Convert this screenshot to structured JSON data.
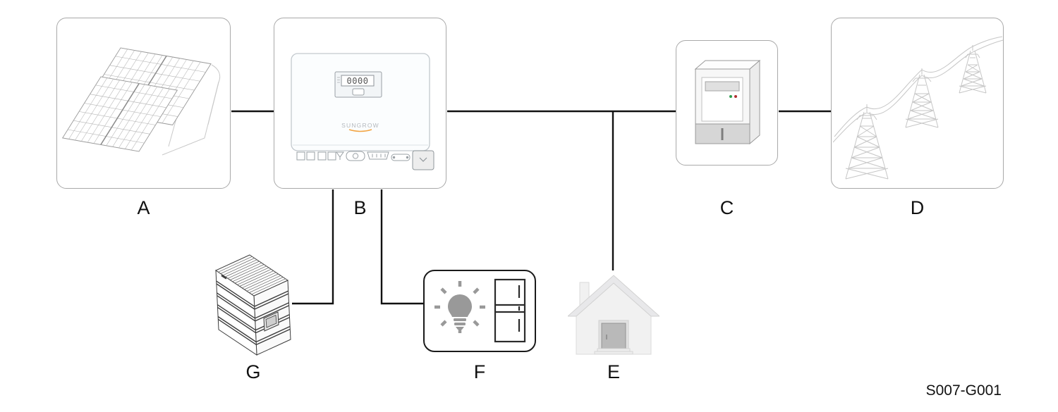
{
  "figure": {
    "code": "S007-G001"
  },
  "labels": {
    "a": "A",
    "b": "B",
    "c": "C",
    "d": "D",
    "e": "E",
    "f": "F",
    "g": "G"
  },
  "inverter": {
    "display_value": "0000",
    "brand": "SUNGROW"
  },
  "colors": {
    "connector_line": "#111111",
    "box_border": "#a9a9a9",
    "dark_box_border": "#1a1a1a",
    "bulb_gray": "#999999",
    "tower_gray": "#c6c6c6",
    "led_green": "#2e9e4f",
    "led_red": "#b03030",
    "brand_orange": "#f2a341",
    "house_fill": "#f1f1f1",
    "door_fill": "#b9b9b9"
  },
  "icons": {
    "pv-array-icon": "tilted solar panel pair",
    "inverter-icon": "wall-mounted inverter with display",
    "energy-meter-icon": "electricity meter with LEDs",
    "power-grid-icon": "transmission towers with lines",
    "house-icon": "house with door",
    "loads-icon": "light bulb and refrigerator",
    "battery-icon": "stacked battery energy storage"
  }
}
